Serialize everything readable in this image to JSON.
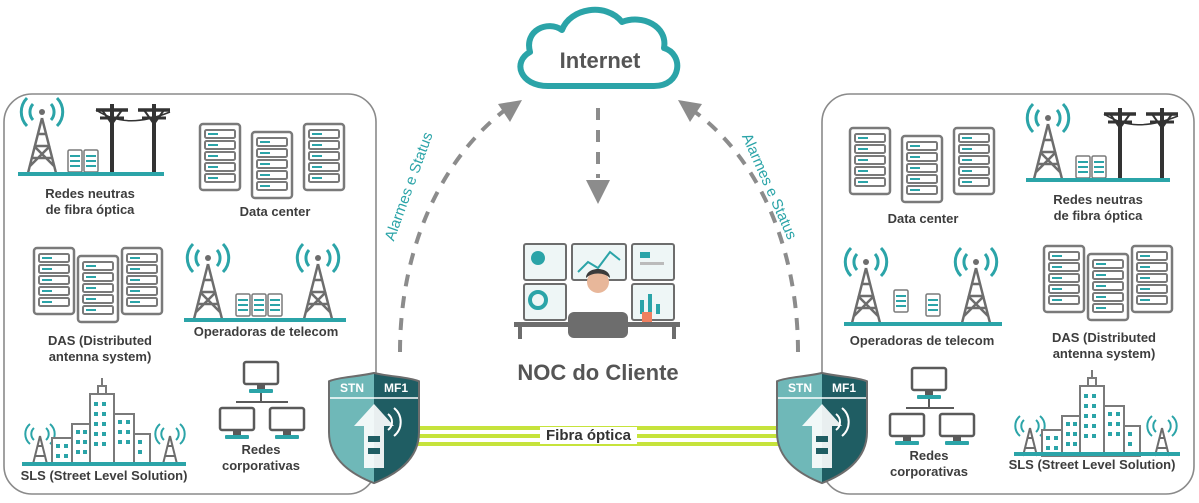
{
  "cloud": {
    "label": "Internet"
  },
  "noc": {
    "label": "NOC do Cliente"
  },
  "links": {
    "alarm_left": "Alarmes e Status",
    "alarm_right": "Alarmes e Status",
    "fiber": "Fibra óptica"
  },
  "device": {
    "left_text": "STN",
    "right_text": "MF1"
  },
  "left_panel": {
    "redes_neutras": [
      "Redes neutras",
      "de fibra óptica"
    ],
    "data_center": "Data center",
    "das": [
      "DAS (Distributed",
      "antenna system)"
    ],
    "operadoras": "Operadoras de telecom",
    "sls": "SLS (Street Level Solution)",
    "corporativas": [
      "Redes",
      "corporativas"
    ]
  },
  "right_panel": {
    "data_center": "Data center",
    "redes_neutras": [
      "Redes neutras",
      "de fibra óptica"
    ],
    "operadoras": "Operadoras de telecom",
    "das": [
      "DAS (Distributed",
      "antenna system)"
    ],
    "corporativas": [
      "Redes",
      "corporativas"
    ],
    "sls": "SLS (Street Level Solution)"
  },
  "colors": {
    "teal": "#2ba4a8",
    "dark_teal": "#1f5d63",
    "gray": "#6d6d6d",
    "fiber": "#c6e33b"
  },
  "icons": [
    "cell-tower-icon",
    "power-pole-icon",
    "server-rack-icon",
    "monitor-network-icon",
    "city-skyline-icon",
    "cloud-icon",
    "operator-desk-icon",
    "shield-device-icon"
  ]
}
